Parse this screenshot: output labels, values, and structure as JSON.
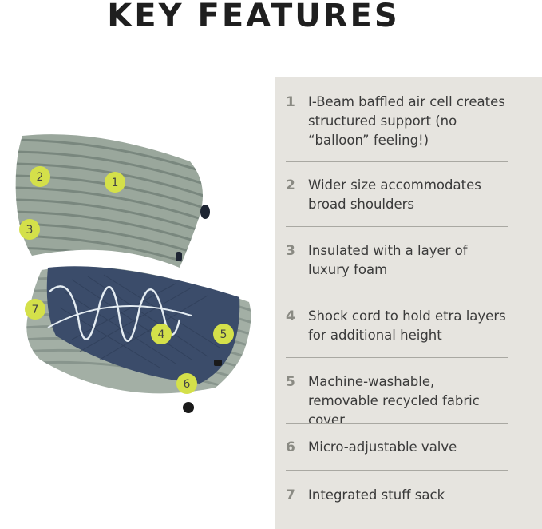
{
  "heading": "KEY FEATURES",
  "features": [
    {
      "num": "1",
      "text": "I-Beam baffled air cell creates structured support (no “balloon” feeling!)"
    },
    {
      "num": "2",
      "text": "Wider size accommodates broad shoulders"
    },
    {
      "num": "3",
      "text": "Insulated with a layer of luxury foam"
    },
    {
      "num": "4",
      "text": "Shock cord to hold etra layers for additional height"
    },
    {
      "num": "5",
      "text": "Machine-washable, removable recycled fabric cover"
    },
    {
      "num": "6",
      "text": "Micro-adjustable valve"
    },
    {
      "num": "7",
      "text": "Integrated stuff sack"
    }
  ],
  "callouts": [
    "1",
    "2",
    "3",
    "4",
    "5",
    "6",
    "7"
  ],
  "colors": {
    "panel_bg": "#e6e4df",
    "callout_fill": "#d4e04a",
    "pillow_cover": "#9aa79c",
    "pillow_stripe": "#6e7c74",
    "pillow_inner": "#3c4d6b"
  }
}
